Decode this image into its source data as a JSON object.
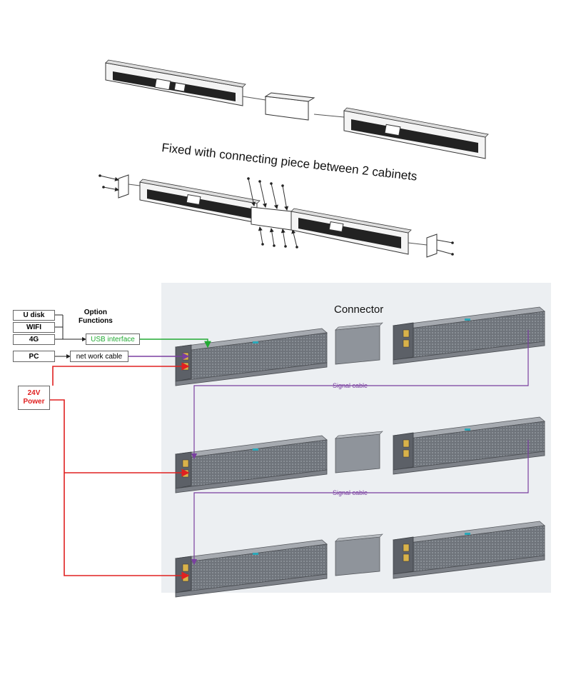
{
  "top_caption": "Fixed with connecting piece between 2 cabinets",
  "connector_label": "Connector",
  "inputs": {
    "u_disk": "U disk",
    "wifi": "WIFI",
    "g4": "4G",
    "pc": "PC"
  },
  "option_functions": "Option\nFunctions",
  "usb_interface": "USB interface",
  "network_cable": "net work cable",
  "power_label": "24V\nPower",
  "signal_cable_1": "Signal cable",
  "signal_cable_2": "Signal cable",
  "colors": {
    "usb_green": "#22aa33",
    "network_purple": "#7a3fa0",
    "power_red": "#e02020",
    "cabinet_gray": "#8a8e95",
    "panel_bg": "#eceff2"
  }
}
